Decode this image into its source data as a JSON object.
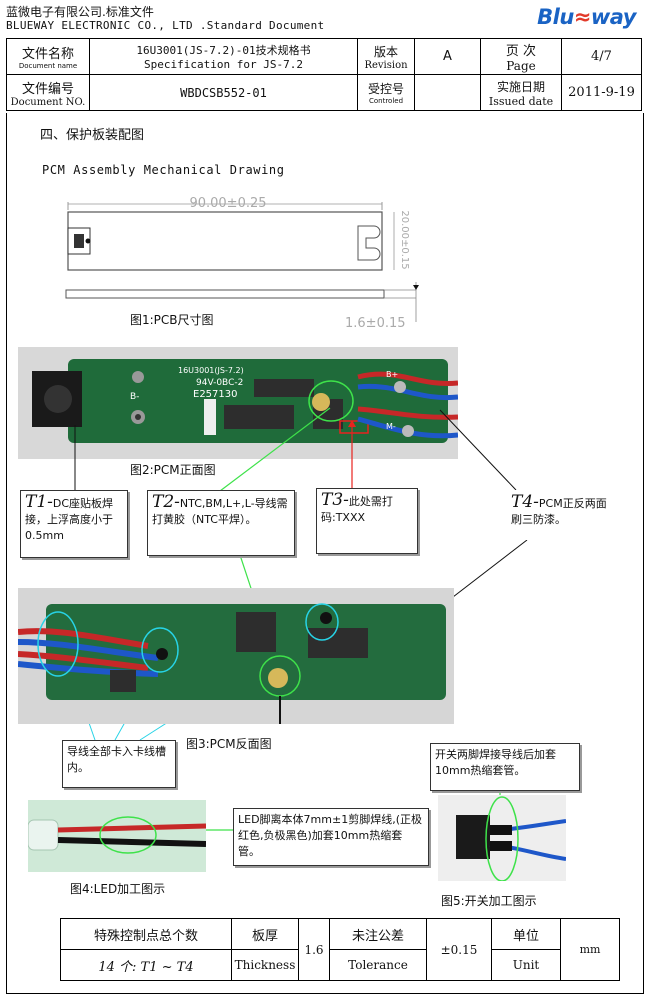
{
  "company": {
    "name_cn": "蓝微电子有限公司.标准文件",
    "name_en": "BLUEWAY  ELECTRONIC  CO., LTD .Standard Document",
    "logo_text": "Blueway"
  },
  "header": {
    "doc_name_label": "文件名称",
    "doc_name_label_en": "Document name",
    "doc_name_value": "16U3001(JS-7.2)-01技术规格书",
    "doc_name_value_en": "Specification for JS-7.2",
    "revision_label": "版本",
    "revision_label_en": "Revision",
    "revision_value": "A",
    "page_label": "页    次",
    "page_label_en": "Page",
    "page_value": "4/7",
    "doc_no_label": "文件编号",
    "doc_no_label_en": "Document NO.",
    "doc_no_value": "WBDCSB552-01",
    "controlled_label": "受控号",
    "controlled_label_en": "Controled",
    "controlled_value": "",
    "issued_label": "实施日期",
    "issued_label_en": "Issued date",
    "issued_value": "2011-9-19"
  },
  "section": {
    "title": "四、保护板装配图",
    "subtitle": "PCM Assembly Mechanical Drawing"
  },
  "drawing": {
    "length": "90.00±0.25",
    "width": "20.00±0.15",
    "thickness": "1.6±0.15"
  },
  "pcb_text": {
    "model": "16U3001(JS-7.2)",
    "code": "94V-0BC-2",
    "cert": "E257130",
    "b_minus": "B-",
    "b_plus": "B+",
    "m_minus": "M-"
  },
  "figures": {
    "fig1": "图1:PCB尺寸图",
    "fig2": "图2:PCM正面图",
    "fig3": "图3:PCM反面图",
    "fig4": "图4:LED加工图示",
    "fig5": "图5:开关加工图示"
  },
  "notes": {
    "t1_label": "T1-",
    "t1_text": "DC座贴板焊接，上浮高度小于0.5mm",
    "t2_label": "T2-",
    "t2_text": "NTC,BM,L+,L-导线需打黄胶（NTC平焊）。",
    "t3_label": "T3-",
    "t3_text": "此处需打码:TXXX",
    "t4_label": "T4-",
    "t4_text": "PCM正反两面刷三防漆。",
    "wires": "导线全部卡入卡线槽内。",
    "led": "LED脚离本体7mm±1剪脚焊线,(正极红色,负极黑色)加套10mm热缩套管。",
    "switch": "开关两脚焊接导线后加套10mm热缩套管。"
  },
  "footer": {
    "count_label": "特殊控制点总个数",
    "count_value": "14 个: T1 ~ T4",
    "thickness_label": "板厚",
    "thickness_label_en": "Thickness",
    "thickness_value": "1.6",
    "tolerance_label": "未注公差",
    "tolerance_label_en": "Tolerance",
    "tolerance_value": "±0.15",
    "unit_label": "单位",
    "unit_label_en": "Unit",
    "unit_value": "mm"
  },
  "colors": {
    "brand_blue": "#1a63c4",
    "pcb_green": "#1f6b3a",
    "annot_green": "#3ee24a",
    "annot_cyan": "#27d3e6",
    "annot_red": "#e8231f"
  }
}
